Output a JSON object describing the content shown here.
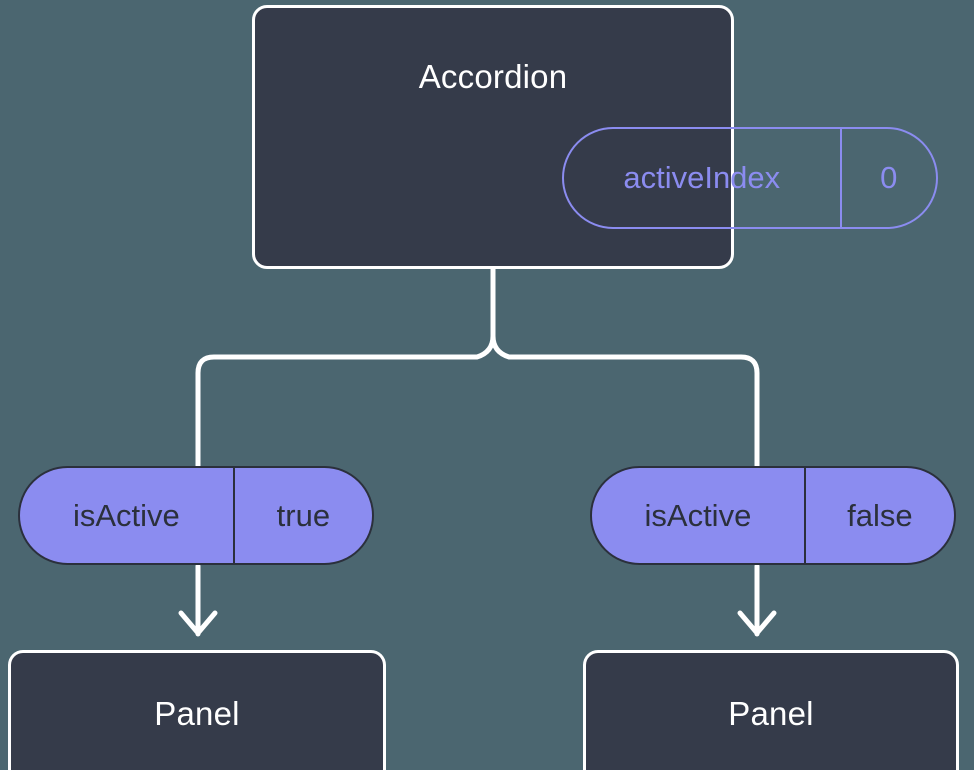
{
  "diagram": {
    "type": "component-tree",
    "background_color": "#4b6670",
    "node_fill_color": "#353b4a",
    "node_border_color": "#ffffff",
    "pill_accent_color": "#8b8cf0",
    "pill_text_color": "#2b303c",
    "connector_color": "#ffffff"
  },
  "root": {
    "title": "Accordion",
    "prop": {
      "key": "activeIndex",
      "value": "0"
    }
  },
  "branches": [
    {
      "prop": {
        "key": "isActive",
        "value": "true"
      },
      "child": {
        "title": "Panel"
      }
    },
    {
      "prop": {
        "key": "isActive",
        "value": "false"
      },
      "child": {
        "title": "Panel"
      }
    }
  ]
}
